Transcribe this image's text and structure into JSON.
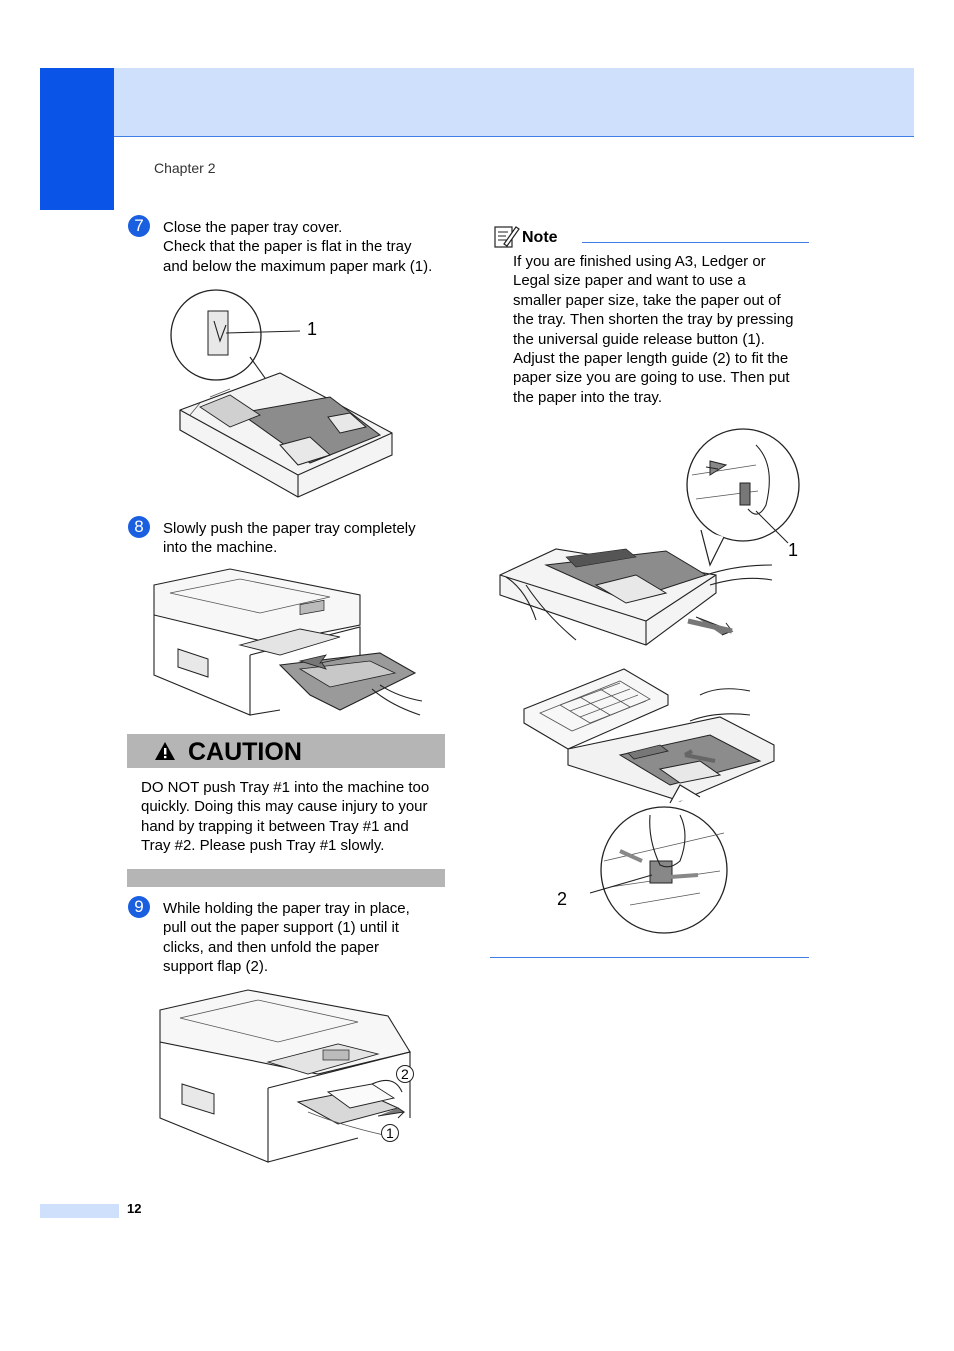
{
  "header": {
    "chapter_label": "Chapter 2"
  },
  "steps": [
    {
      "number": "7",
      "lines": [
        "Close the paper tray cover.",
        "Check that the paper is flat in the tray",
        "and below the maximum paper mark (1)."
      ]
    },
    {
      "number": "8",
      "lines": [
        "Slowly push the paper tray completely",
        "into the machine."
      ]
    },
    {
      "number": "9",
      "lines": [
        "While holding the paper tray in place,",
        "pull out the paper support (1) until it",
        "clicks, and then unfold the paper",
        "support flap (2)."
      ]
    }
  ],
  "caution": {
    "title": "CAUTION",
    "lines": [
      "DO NOT push Tray #1 into the machine too",
      "quickly. Doing this may cause injury to your",
      "hand by trapping it between Tray #1 and",
      "Tray #2. Please push Tray #1 slowly."
    ]
  },
  "note": {
    "title": "Note",
    "lines": [
      "If you are finished using A3, Ledger or",
      "Legal size paper and want to use a",
      "smaller paper size, take the paper out of",
      "the tray. Then shorten the tray by pressing",
      "the universal guide release button (1).",
      "Adjust the paper length guide (2) to fit the",
      "paper size you are going to use. Then put",
      "the paper into the tray."
    ]
  },
  "figures": {
    "fig1_callout": "1",
    "fig3_callout_2": "2",
    "fig3_callout_1": "1",
    "fig4_callout": "1",
    "fig5_callout": "2"
  },
  "footer": {
    "page_number": "12"
  },
  "colors": {
    "accent_blue": "#0a55e8",
    "header_light": "#cfe0fd",
    "caution_gray": "#b5b5b5"
  }
}
